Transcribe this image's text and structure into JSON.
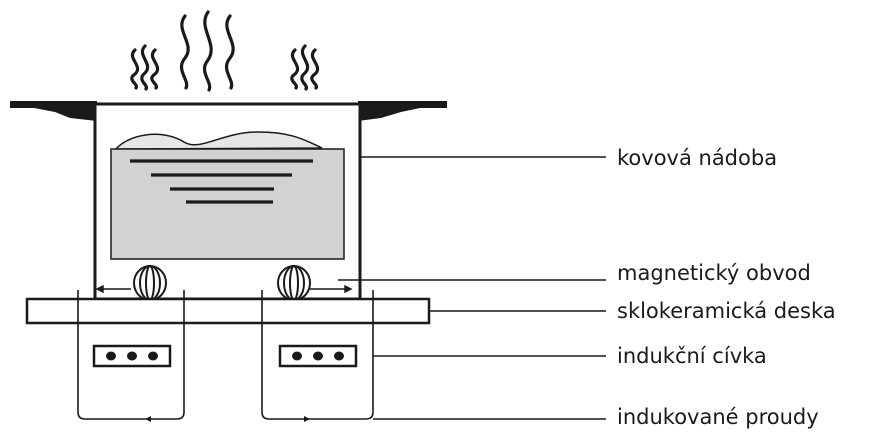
{
  "labels": {
    "vessel": "kovová nádoba",
    "magnetic_circuit": "magnetický obvod",
    "ceramic_plate": "sklokeramická deska",
    "induction_coil": "indukční cívka",
    "induced_currents": "indukované proudy"
  },
  "colors": {
    "stroke": "#1a1a1a",
    "liquid": "#d2d2d2",
    "background": "#ffffff"
  },
  "icons": {
    "steam": "steam-wave-icon",
    "coil": "coil-icon"
  }
}
